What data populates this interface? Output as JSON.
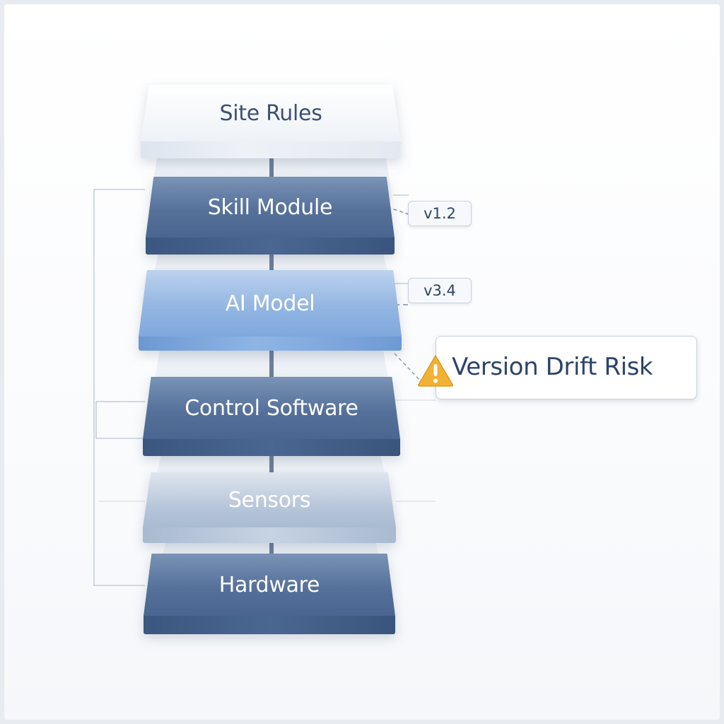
{
  "layers": {
    "site_rules": "Site Rules",
    "skill_module": "Skill Module",
    "ai_model": "AI Model",
    "control_software": "Control Software",
    "sensors": "Sensors",
    "hardware": "Hardware"
  },
  "tags": {
    "skill_module_version": "v1.2",
    "ai_model_version": "v3.4"
  },
  "callout": {
    "text": "Version Drift Risk",
    "icon": "warning-icon"
  },
  "colors": {
    "dark_layer": "#4a6690",
    "highlight_layer": "#93b6e2",
    "light_layer": "#eef2f7",
    "warning": "#f2b135",
    "text_dark": "#2c4468"
  }
}
